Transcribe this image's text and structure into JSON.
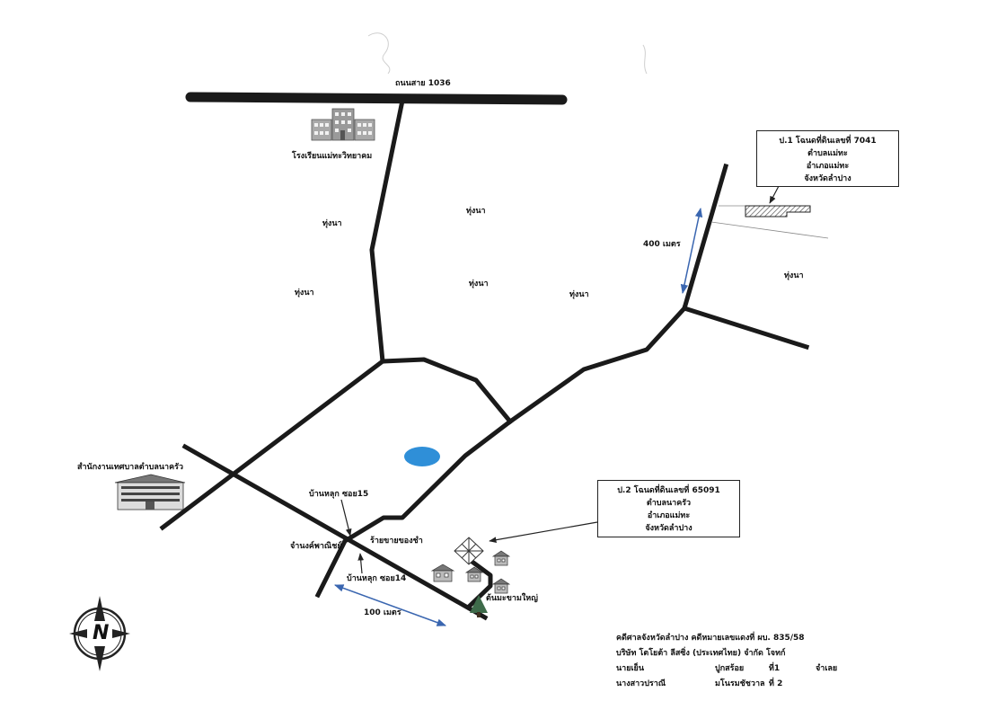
{
  "roads": {
    "highway_label": "ถนนสาย 1036"
  },
  "places": {
    "school": "โรงเรียนแม่ทะวิทยาคม",
    "municipal_office": "สำนักงานเทศบาลตำบลนาครัว",
    "soi15": "บ้านหลุก ซอย15",
    "soi14": "บ้านหลุก ซอย14",
    "shop_left": "จำนงค์พาณิชย์",
    "shop_right": "ร้ายขายของชำ",
    "big_tree": "ต้นมะขามใหญ่"
  },
  "fields": {
    "label": "ทุ่งนา",
    "count": 6
  },
  "distances": {
    "d400": "400  เมตร",
    "d100": "100 เมตร"
  },
  "parcel_1": {
    "lines": [
      "ป.1 โฉนดที่ดินเลขที่ 7041",
      "ตำบลแม่ทะ",
      "อำเภอแม่ทะ",
      "จังหวัดลำปาง"
    ]
  },
  "parcel_2": {
    "lines": [
      "ป.2 โฉนดที่ดินเลขที่ 65091",
      "ตำบลนาครัว",
      "อำเภอแม่ทะ",
      "จังหวัดลำปาง"
    ]
  },
  "compass": {
    "letter": "N"
  },
  "case_info": {
    "line1": "คดีศาลจังหวัดลำปาง คดีหมายเลขแดงที่ ผบ. 835/58",
    "line2": "บริษัท โตโยต้า ลีสซิ่ง (ประเทศไทย) จำกัด โจทก์",
    "row3": [
      "นายเย็น",
      "ปูกสร้อย",
      "ที่1",
      "จำเลย"
    ],
    "row4": [
      "นางสาวปราณี",
      "มโนรมชัชวาล",
      "ที่ 2",
      ""
    ]
  },
  "colors": {
    "road": "#1a1a1a",
    "pond": "#2f8fd8",
    "arrow_blue": "#3a66b0",
    "parcel_hatch": "#555555",
    "tree": "#3e6b4a",
    "building": "#9a9a9a"
  }
}
